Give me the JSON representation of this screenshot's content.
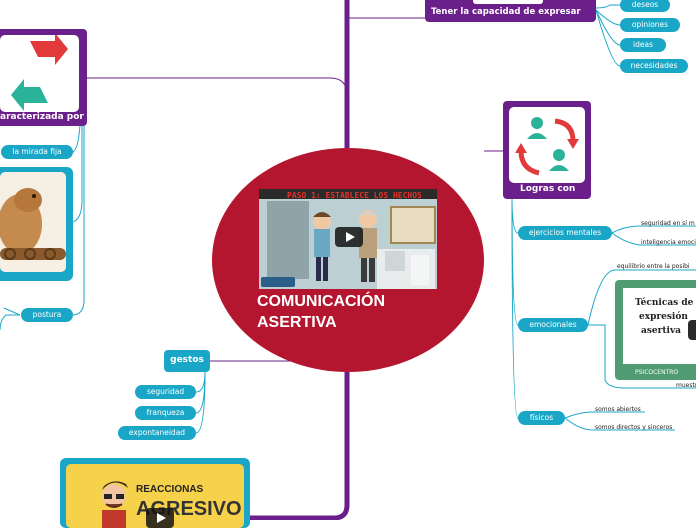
{
  "center": {
    "title_line1": "COMUNICACIÓN",
    "title_line2": "ASERTIVA",
    "video_title": "PASO 1: ESTABLECE LOS HECHOS"
  },
  "caracterizada": {
    "label": "aracterizada por",
    "items": [
      "la mirada fija"
    ]
  },
  "postura": "postura",
  "gestos": {
    "label": "gestos",
    "items": [
      "seguridad",
      "franqueza",
      "expontaneidad"
    ]
  },
  "reacciones": {
    "line1": "REACCIONAS",
    "line2": "AGRESIVO"
  },
  "expresar": {
    "label": "Tener la capacidad de expresar",
    "items": [
      "deseos",
      "opiniones",
      "ideas",
      "necesidades"
    ]
  },
  "logras": {
    "label": "Logras con",
    "ejercicios": {
      "label": "ejercicios mentales",
      "items": [
        "seguridad en sí m",
        "inteligencia emoci"
      ]
    },
    "emocionales": {
      "label": "emocionales",
      "items": [
        "equilibrio entre la posibi",
        "muestr"
      ],
      "card_text": [
        "Técnicas de",
        "expresión",
        "asertiva"
      ],
      "card_footer": "PSICOCENTRO"
    },
    "fisicos": {
      "label": "físicos",
      "items": [
        "somos abiertos",
        "somos directos y sinceros"
      ]
    }
  },
  "colors": {
    "purple": "#6a1f8a",
    "teal": "#1aa7c7",
    "crimson": "#b5162f"
  }
}
